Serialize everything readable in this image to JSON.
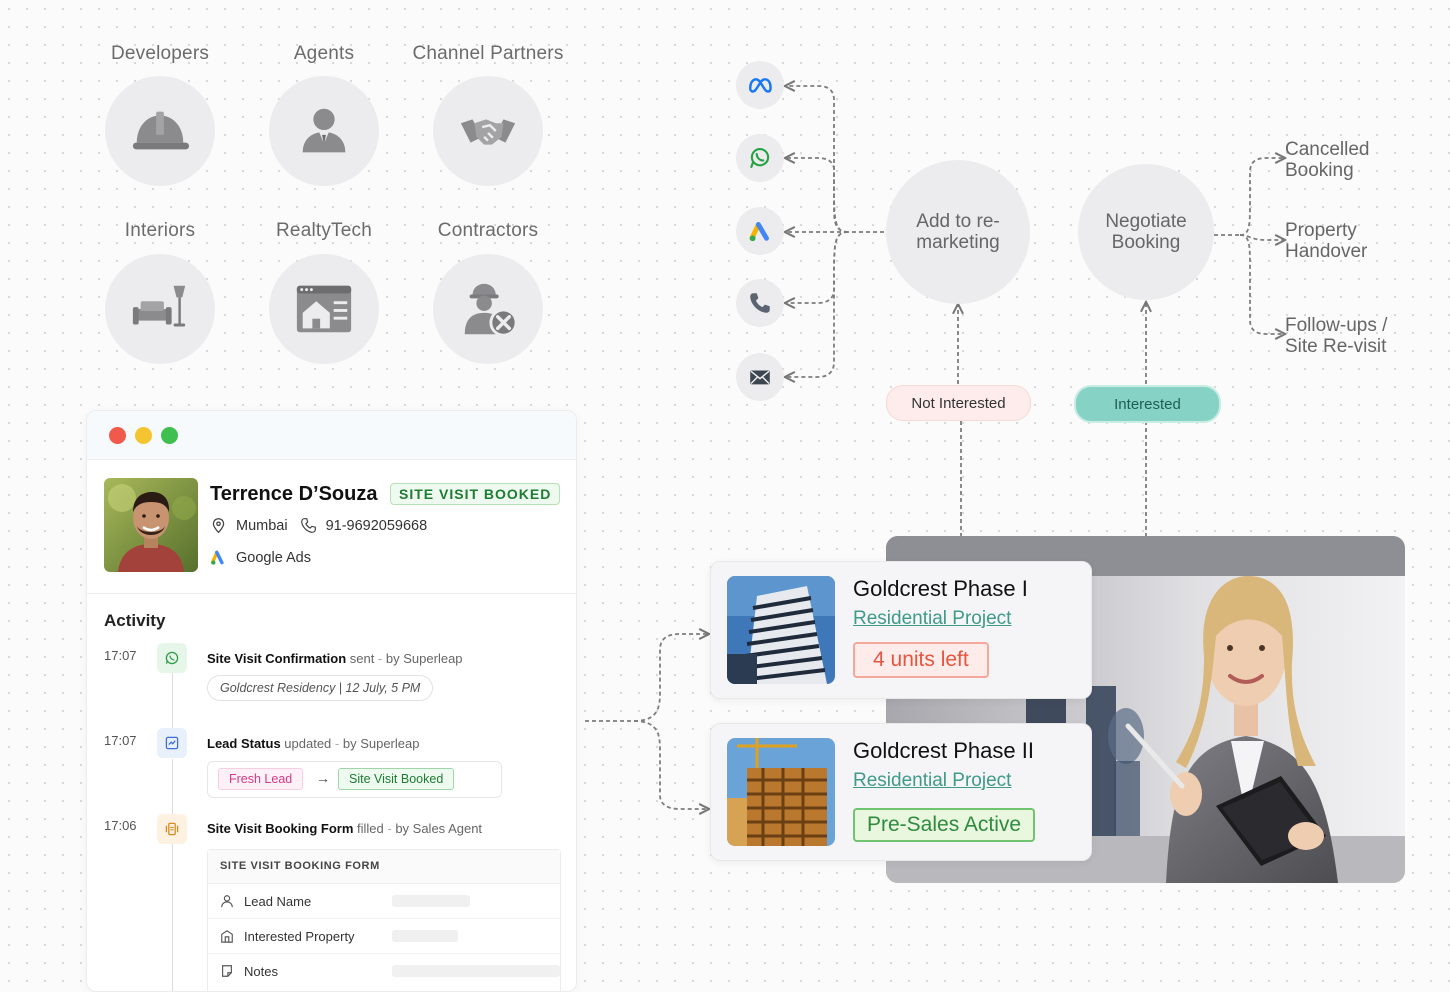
{
  "segments": [
    {
      "label": "Developers",
      "icon": "hardhat-icon"
    },
    {
      "label": "Agents",
      "icon": "agent-icon"
    },
    {
      "label": "Channel Partners",
      "icon": "handshake-icon"
    },
    {
      "label": "Interiors",
      "icon": "sofa-lamp-icon"
    },
    {
      "label": "RealtyTech",
      "icon": "browser-house-icon"
    },
    {
      "label": "Contractors",
      "icon": "worker-tools-icon"
    }
  ],
  "lead": {
    "name": "Terrence D’Souza",
    "status_badge": "SITE VISIT BOOKED",
    "city": "Mumbai",
    "phone": "91-9692059668",
    "source": "Google Ads"
  },
  "activity": {
    "title": "Activity",
    "items": [
      {
        "time": "17:07",
        "icon": "whatsapp-icon",
        "action_bold": "Site Visit Confirmation",
        "action_rest": " sent",
        "by": "by Superleap",
        "detail": "Goldcrest Residency | 12 July, 5 PM"
      },
      {
        "time": "17:07",
        "icon": "status-icon",
        "action_bold": "Lead Status",
        "action_rest": " updated",
        "by": "by Superleap",
        "from_status": "Fresh Lead",
        "to_status": "Site Visit Booked"
      },
      {
        "time": "17:06",
        "icon": "form-icon",
        "action_bold": "Site Visit Booking Form",
        "action_rest": " filled",
        "by": "by Sales Agent",
        "form": {
          "heading": "SITE VISIT BOOKING FORM",
          "fields": [
            "Lead Name",
            "Interested Property",
            "Notes"
          ]
        }
      }
    ]
  },
  "channels": [
    "meta-icon",
    "whatsapp-icon",
    "google-ads-icon",
    "phone-icon",
    "mail-icon"
  ],
  "flow": {
    "remarketing_line1": "Add to re-",
    "remarketing_line2": "marketing",
    "negotiate_line1": "Negotiate",
    "negotiate_line2": "Booking",
    "not_interested": "Not Interested",
    "interested": "Interested",
    "outcomes": [
      {
        "line1": "Cancelled",
        "line2": "Booking"
      },
      {
        "line1": "Property",
        "line2": "Handover"
      },
      {
        "line1": "Follow-ups /",
        "line2": "Site Re-visit"
      }
    ]
  },
  "projects": [
    {
      "title": "Goldcrest Phase I",
      "subtitle": "Residential Project",
      "status": "4 units left"
    },
    {
      "title": "Goldcrest Phase II",
      "subtitle": "Residential Project",
      "status": "Pre-Sales Active"
    }
  ],
  "colors": {
    "accent_teal": "#3f9a8a",
    "interested_bg": "#86d3c6",
    "not_interested_bg": "#fdeceb",
    "units_left": "#e5553f",
    "presales_green": "#2f8a3f",
    "site_visit_badge": "#1e7b32"
  }
}
